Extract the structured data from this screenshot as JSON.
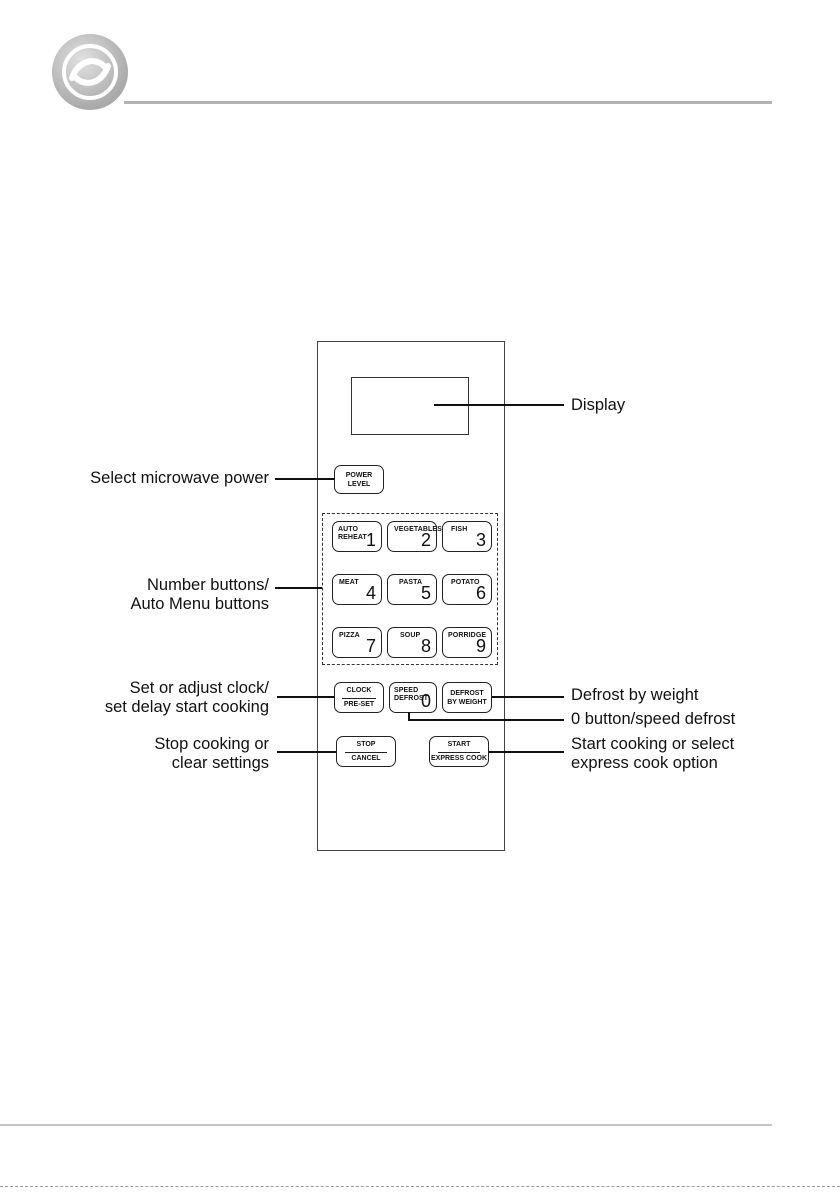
{
  "header": {
    "logo_icon": "circular-arrows-icon"
  },
  "diagram": {
    "buttons": {
      "power": {
        "line1": "POWER",
        "line2": "LEVEL"
      },
      "b1": {
        "name": "AUTO",
        "name2": "REHEAT",
        "num": "1"
      },
      "b2": {
        "name": "VEGETABLES",
        "num": "2"
      },
      "b3": {
        "name": "FISH",
        "num": "3"
      },
      "b4": {
        "name": "MEAT",
        "num": "4"
      },
      "b5": {
        "name": "PASTA",
        "num": "5"
      },
      "b6": {
        "name": "POTATO",
        "num": "6"
      },
      "b7": {
        "name": "PIZZA",
        "num": "7"
      },
      "b8": {
        "name": "SOUP",
        "num": "8"
      },
      "b9": {
        "name": "PORRIDGE",
        "num": "9"
      },
      "clock": {
        "top": "CLOCK",
        "bottom": "PRE-SET"
      },
      "speed": {
        "line1": "SPEED",
        "line2": "DEFROST",
        "num": "0"
      },
      "defrost": {
        "line1": "DEFROST",
        "line2": "BY WEIGHT"
      },
      "stop": {
        "top": "STOP",
        "bottom": "CANCEL"
      },
      "start": {
        "top": "START",
        "bottom": "EXPRESS COOK"
      }
    },
    "callouts": {
      "display": "Display",
      "power": "Select microwave power",
      "numbers_1": "Number buttons/",
      "numbers_2": "Auto Menu buttons",
      "clock_1": "Set or adjust clock/",
      "clock_2": "set delay start cooking",
      "defrost_weight": "Defrost by weight",
      "zero_button": "0 button/speed defrost",
      "stop_1": "Stop cooking or",
      "stop_2": "clear settings",
      "start_1": "Start cooking or select",
      "start_2": "express cook option"
    }
  }
}
